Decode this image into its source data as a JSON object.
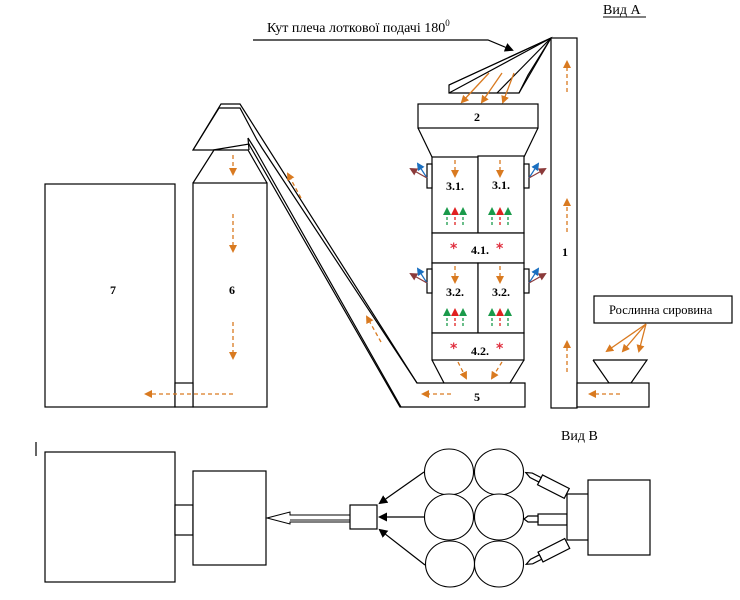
{
  "colors": {
    "flow": "#d97a20",
    "green": "#1a9a4a",
    "red": "#e02020",
    "blue": "#1a6fc0",
    "brown": "#8b3a3a",
    "star": "#e03040"
  },
  "view_a": {
    "title": "Вид А",
    "callout": "Кут плеча лоткової подачі 180",
    "callout_sup": "0",
    "raw_material": "Рослинна сировина",
    "labels": {
      "elevator": "1",
      "hopper": "2",
      "chamber_3_1_left": "3.1.",
      "chamber_3_1_right": "3.1.",
      "zone_4_1": "4.1.",
      "chamber_3_2_left": "3.2.",
      "chamber_3_2_right": "3.2.",
      "zone_4_2": "4.2.",
      "conveyor": "5",
      "bin": "6",
      "storage": "7"
    }
  },
  "view_b": {
    "title": "Вид В"
  }
}
